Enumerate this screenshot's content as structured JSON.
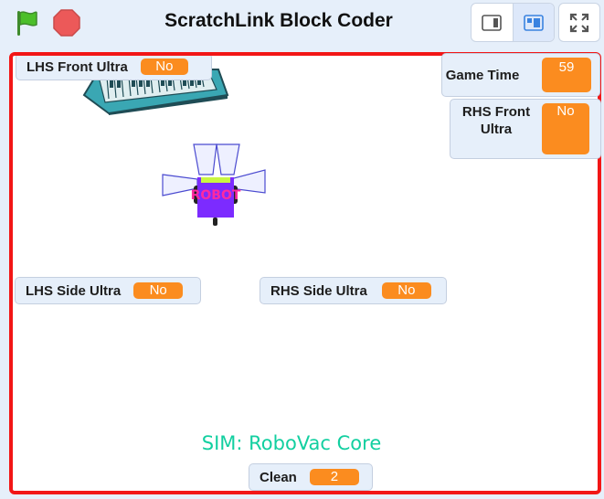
{
  "header": {
    "title": "ScratchLink Block Coder",
    "flag_icon": "green-flag-icon",
    "stop_icon": "stop-icon",
    "view_buttons": [
      "small-stage-icon",
      "large-stage-icon"
    ],
    "fullscreen_icon": "fullscreen-icon"
  },
  "stage": {
    "border_color": "#f21616",
    "sim_label": "SIM: RoboVac Core",
    "sprites": [
      "keyboard-sprite",
      "robovac-sprite"
    ],
    "monitors": {
      "lhs_front": {
        "label": "LHS Front Ultra",
        "value": "No"
      },
      "game_time": {
        "label": "Game Time",
        "value": "59"
      },
      "rhs_front": {
        "label": "RHS Front Ultra",
        "value": "No"
      },
      "lhs_side": {
        "label": "LHS Side Ultra",
        "value": "No"
      },
      "rhs_side": {
        "label": "RHS Side Ultra",
        "value": "No"
      },
      "clean": {
        "label": "Clean",
        "value": "2"
      }
    }
  },
  "colors": {
    "monitor_value": "#fb8c1f",
    "sim_text": "#12cfa0",
    "background": "#e6effa"
  }
}
